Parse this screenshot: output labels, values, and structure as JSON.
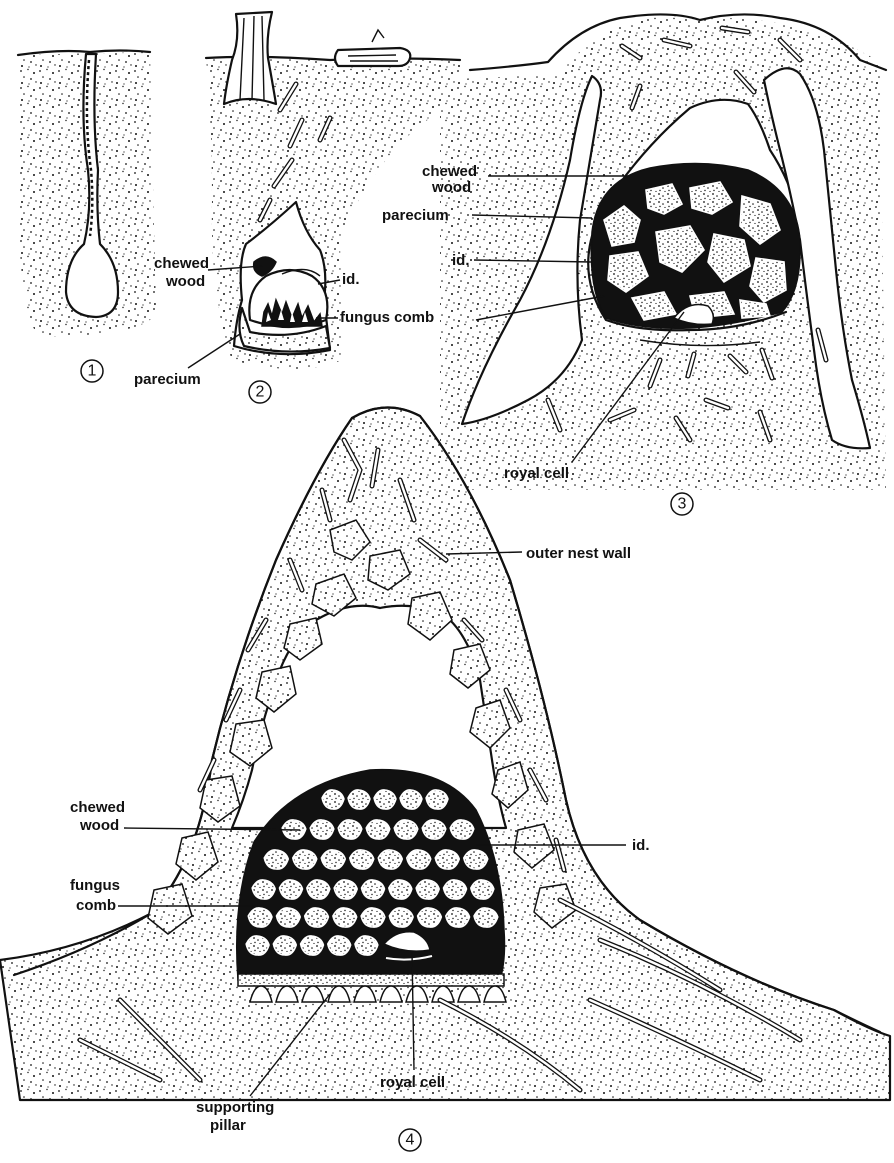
{
  "panels": [
    {
      "number": "1",
      "labels": []
    },
    {
      "number": "2",
      "labels": [
        "chewed",
        "wood",
        "id.",
        "fungus comb",
        "parecium"
      ]
    },
    {
      "number": "3",
      "labels": [
        "chewed",
        "wood",
        "parecium",
        "id.",
        "royal cell"
      ]
    },
    {
      "number": "4",
      "labels": [
        "outer nest wall",
        "chewed",
        "wood",
        "id.",
        "fungus",
        "comb",
        "royal cell",
        "supporting",
        "pillar"
      ]
    }
  ],
  "colors": {
    "ink": "#111111",
    "paper": "#ffffff"
  }
}
